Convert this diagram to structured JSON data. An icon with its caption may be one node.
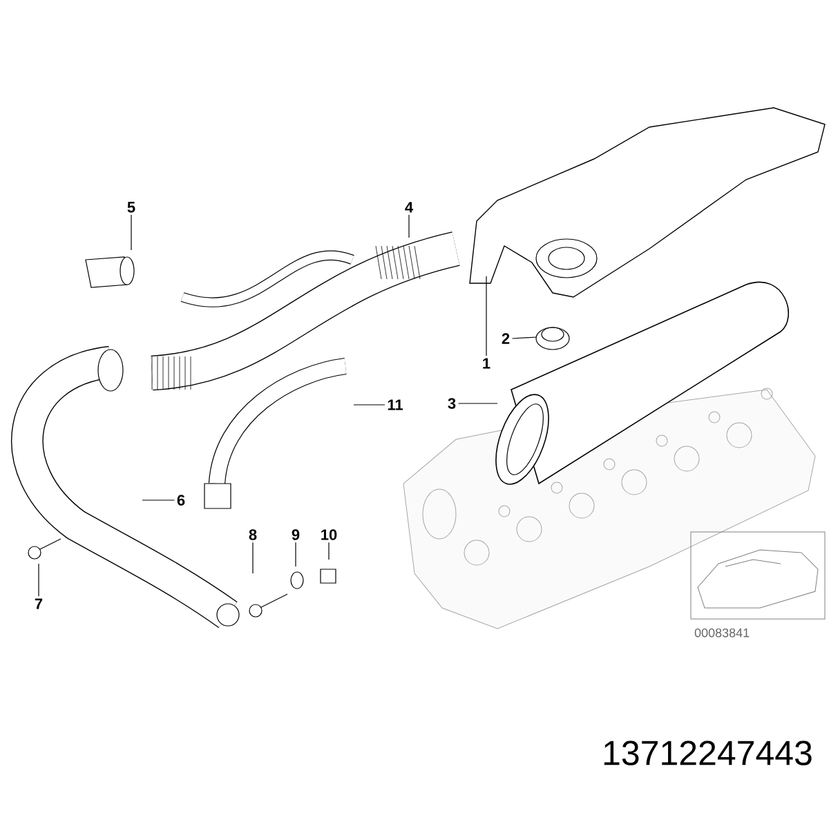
{
  "diagram": {
    "nodes": [
      {
        "text": [
          "5"
        ]
      },
      {
        "text": [
          "4"
        ]
      },
      {
        "text": [
          "2"
        ]
      },
      {
        "text": [
          "1"
        ]
      },
      {
        "text": [
          "3"
        ]
      },
      {
        "text": [
          "11"
        ]
      },
      {
        "text": [
          "6"
        ]
      },
      {
        "text": [
          "8"
        ]
      },
      {
        "text": [
          "9"
        ]
      },
      {
        "text": [
          "10"
        ]
      },
      {
        "text": [
          "7"
        ]
      }
    ],
    "edges": [
      {
        "from": 0,
        "to": null,
        "arrow": "none"
      },
      {
        "from": 1,
        "to": null,
        "arrow": "none"
      },
      {
        "from": 2,
        "to": null,
        "arrow": "none"
      },
      {
        "from": 3,
        "to": null,
        "arrow": "none"
      },
      {
        "from": 4,
        "to": null,
        "arrow": "none"
      },
      {
        "from": 5,
        "to": null,
        "arrow": "none"
      },
      {
        "from": 6,
        "to": null,
        "arrow": "none"
      },
      {
        "from": 7,
        "to": null,
        "arrow": "none"
      },
      {
        "from": 8,
        "to": null,
        "arrow": "none"
      },
      {
        "from": 9,
        "to": null,
        "arrow": "none"
      },
      {
        "from": 10,
        "to": null,
        "arrow": "none"
      }
    ],
    "labels": [
      "00083841",
      "13712247443"
    ]
  }
}
